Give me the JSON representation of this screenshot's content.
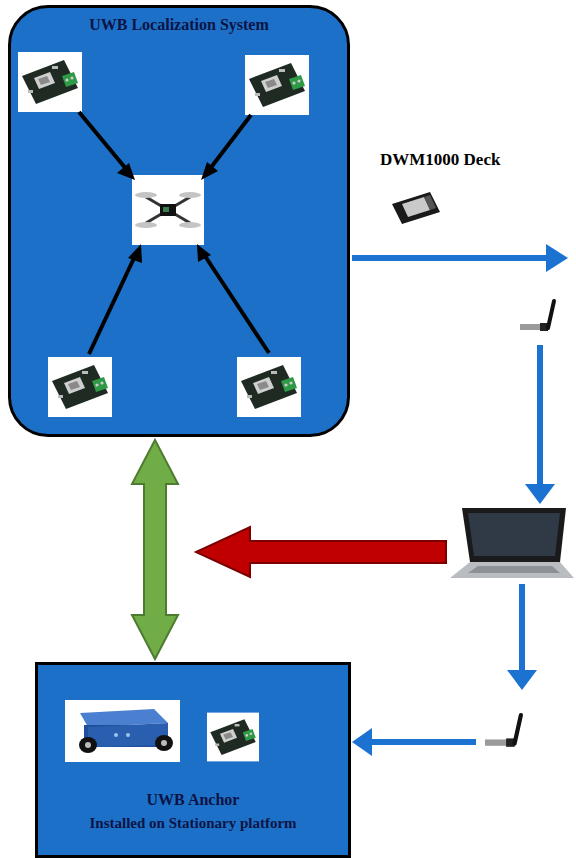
{
  "diagram": {
    "nodes": [
      {
        "text": [
          "UWB Localization System"
        ]
      },
      {
        "text": [
          "UWB Anchor",
          "Installed on Stationary platform"
        ]
      }
    ],
    "edges": [
      {
        "from": 0,
        "to": 1,
        "arrow": "both"
      }
    ],
    "labels": [
      "DWM1000 Deck"
    ]
  }
}
